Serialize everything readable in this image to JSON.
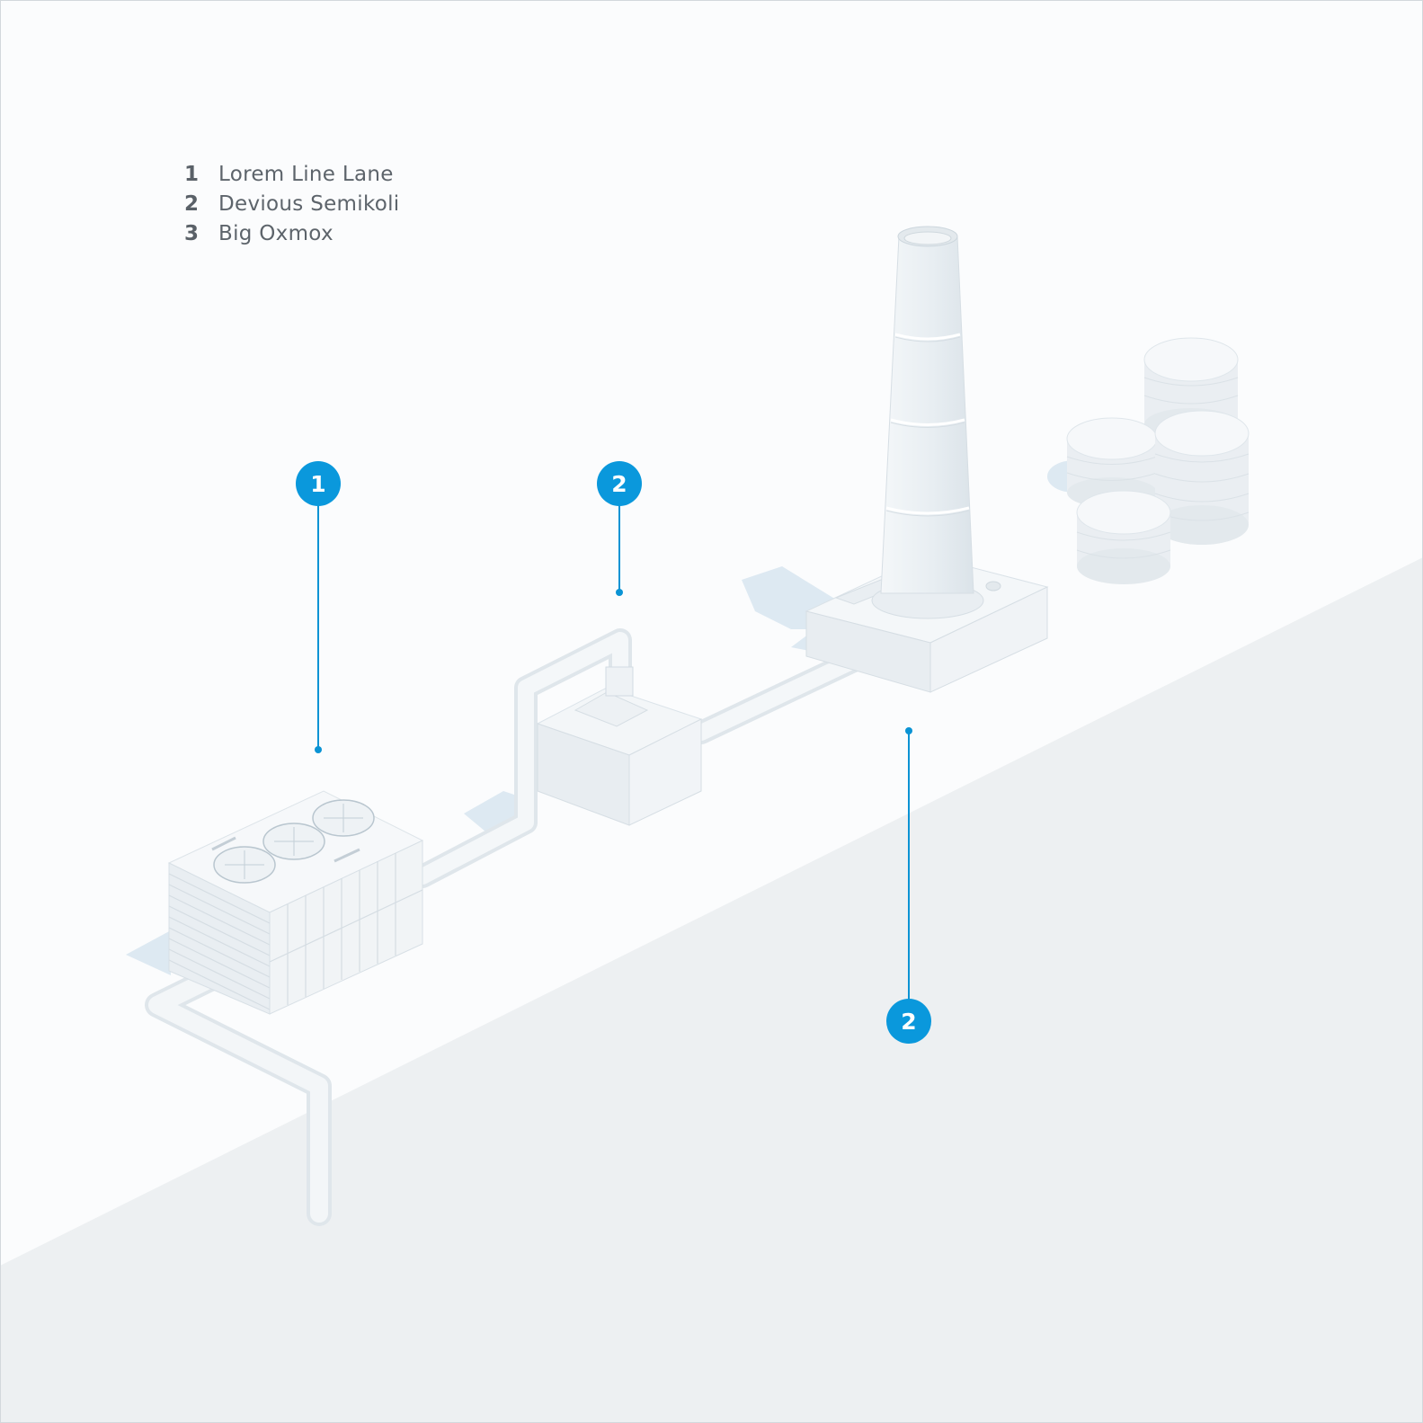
{
  "legend": [
    {
      "number": "1",
      "label": "Lorem Line Lane"
    },
    {
      "number": "2",
      "label": "Devious Semikoli"
    },
    {
      "number": "3",
      "label": "Big Oxmox"
    }
  ],
  "callouts": [
    {
      "label": "1"
    },
    {
      "label": "2"
    },
    {
      "label": "2"
    }
  ],
  "colors": {
    "accent": "#0a98dc",
    "legend_text": "#5d646b",
    "ground_side": "#edf0f2",
    "object": "#eef2f5",
    "shadow": "#dbe8f1"
  },
  "objects": [
    {
      "name": "cooling-unit-icon"
    },
    {
      "name": "pump-housing-icon"
    },
    {
      "name": "chimney-icon"
    },
    {
      "name": "storage-tanks-icon"
    },
    {
      "name": "pipeline-icon"
    }
  ]
}
